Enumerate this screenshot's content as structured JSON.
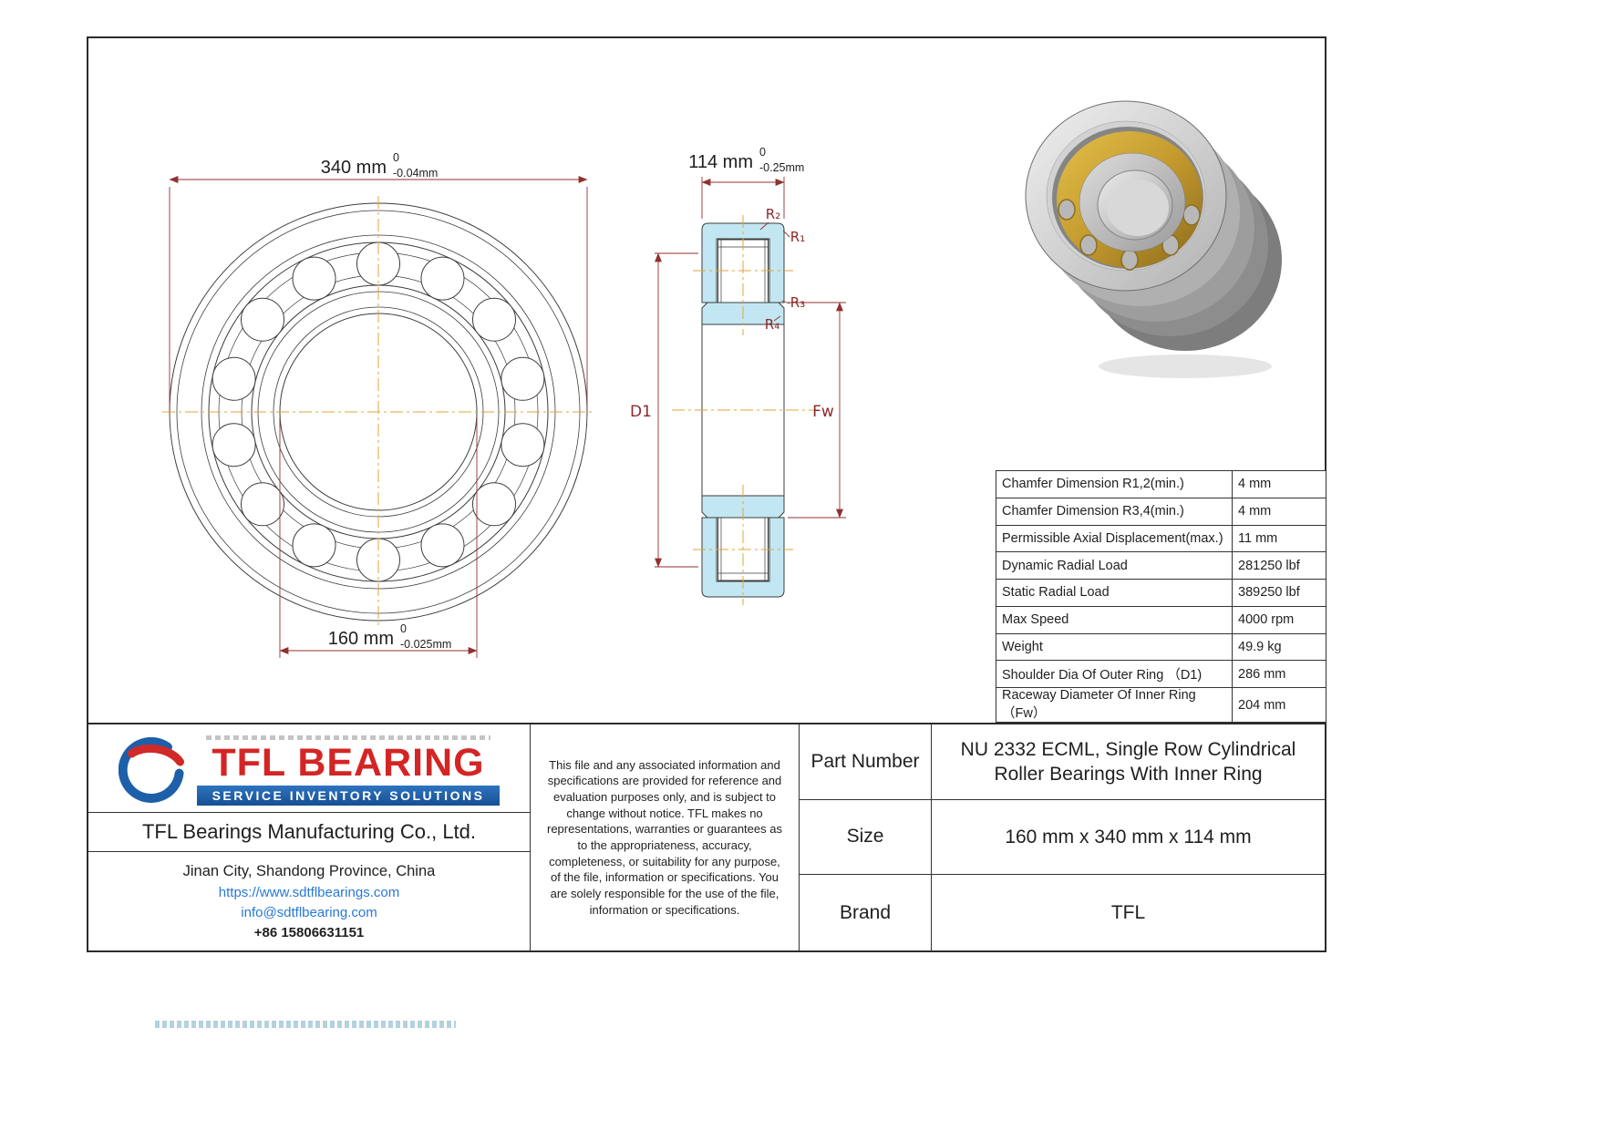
{
  "colors": {
    "dim-red": "#913030",
    "label-red": "#8b2a2a",
    "text-dark": "#1f1f1f",
    "line-dark": "#3c3c3c",
    "centerline-orange": "#e2a43c",
    "ring-blue": "#c2e7f2",
    "gold": "#c49a2e",
    "link-blue": "#2878d6",
    "logo-red": "#d42525",
    "banner-blue": "#1e5fa9"
  },
  "drawing": {
    "front": {
      "dim_od_value": "340 mm",
      "dim_od_tol_upper": "0",
      "dim_od_tol_lower": "-0.04mm",
      "dim_bore_value": "160 mm",
      "dim_bore_tol_upper": "0",
      "dim_bore_tol_lower": "-0.025mm"
    },
    "section": {
      "dim_width_value": "114 mm",
      "dim_width_tol_upper": "0",
      "dim_width_tol_lower": "-0.25mm",
      "label_r1": "R₁",
      "label_r2": "R₂",
      "label_r3": "R₃",
      "label_r4": "R₄",
      "label_d1": "D1",
      "label_fw": "Fw"
    }
  },
  "spec": {
    "rows": [
      {
        "label": "Chamfer Dimension R1,2(min.)",
        "value": "4 mm"
      },
      {
        "label": "Chamfer Dimension R3,4(min.)",
        "value": "4 mm"
      },
      {
        "label": "Permissible Axial Displacement(max.)",
        "value": "11 mm"
      },
      {
        "label": "Dynamic Radial Load",
        "value": "281250 lbf"
      },
      {
        "label": "Static Radial Load",
        "value": "389250 lbf"
      },
      {
        "label": "Max Speed",
        "value": "4000 rpm"
      },
      {
        "label": "Weight",
        "value": "49.9 kg"
      },
      {
        "label": "Shoulder Dia Of Outer Ring （D1)",
        "value": "286 mm"
      },
      {
        "label": "Raceway Diameter Of Inner Ring （Fw）",
        "value": "204 mm"
      }
    ]
  },
  "footer": {
    "logo": {
      "brand": "TFL BEARING",
      "tagline": "SERVICE INVENTORY SOLUTIONS"
    },
    "company": {
      "name": "TFL Bearings Manufacturing Co., Ltd.",
      "address": "Jinan City, Shandong Province, China",
      "website": "https://www.sdtflbearings.com",
      "email": "info@sdtflbearing.com",
      "phone": "+86 15806631151"
    },
    "disclaimer": "This file and any associated information and specifications are provided for reference and evaluation purposes only, and is subject to change without notice. TFL makes no representations, warranties or guarantees as to the appropriateness, accuracy, completeness, or suitability for any purpose, of the file, information or specifications. You are solely responsible for the use of the file, information or specifications.",
    "info": {
      "part_number_label": "Part Number",
      "part_number": "NU 2332 ECML, Single Row Cylindrical Roller Bearings With Inner Ring",
      "size_label": "Size",
      "size": "160 mm x 340 mm x 114 mm",
      "brand_label": "Brand",
      "brand": "TFL"
    }
  }
}
